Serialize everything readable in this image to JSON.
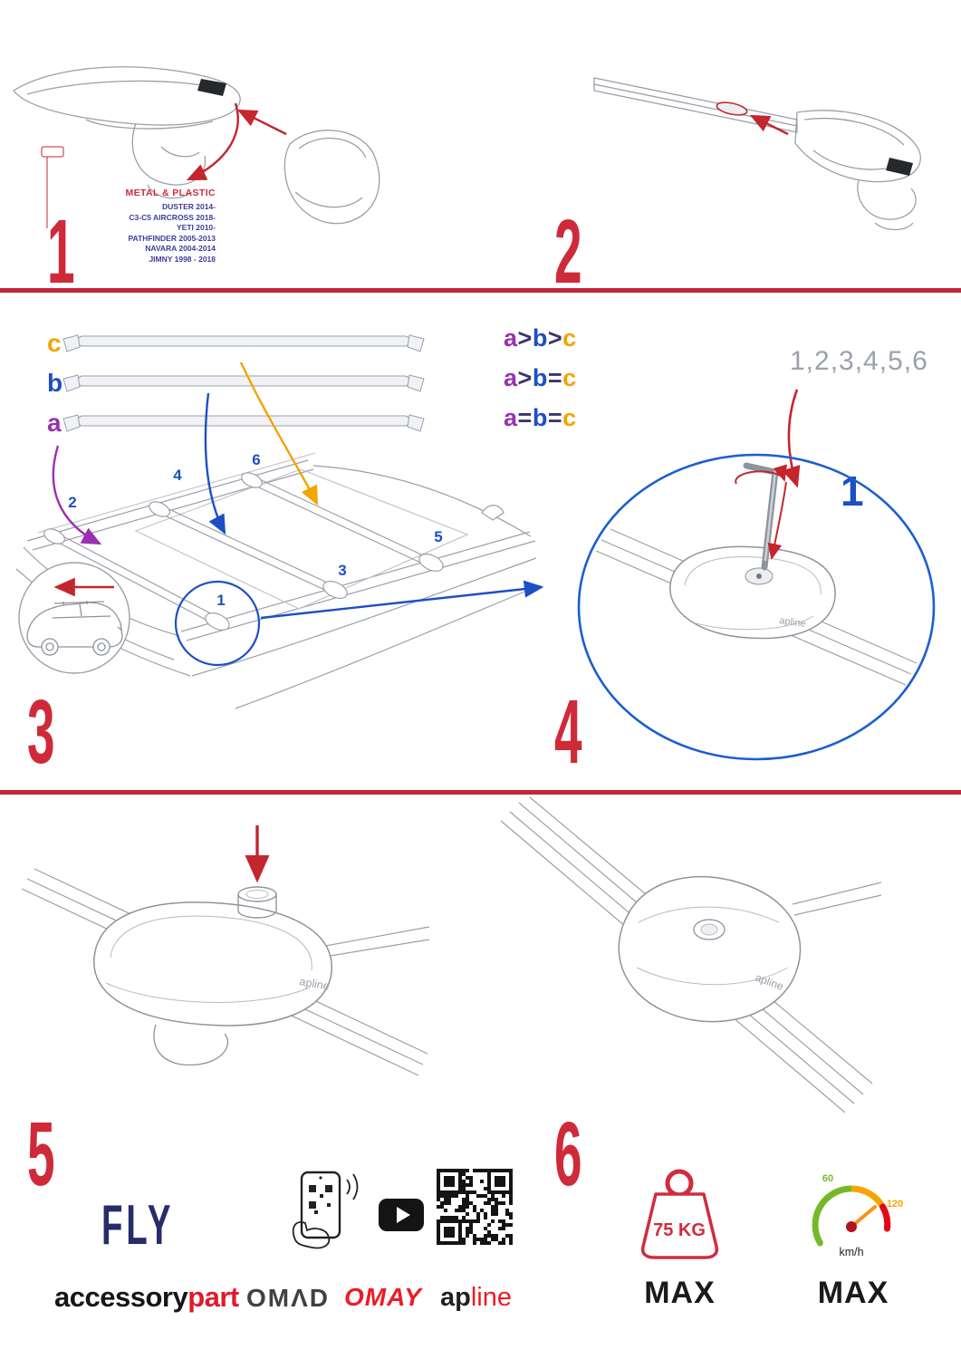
{
  "palette": {
    "red": "#cf2a3a",
    "divider_red": "#c32638",
    "blue": "#1d4fc4",
    "purple": "#9b30b0",
    "orange": "#f2a400",
    "navy": "#272d68",
    "line_gray": "#9aa0a8"
  },
  "common": {
    "brand": "apline"
  },
  "step1": {
    "number": "1",
    "material_label": "METAL & PLASTIC",
    "models": [
      "DUSTER 2014-",
      "C3-C5 AIRCROSS 2018-",
      "YETI 2010-",
      "PATHFINDER 2005-2013",
      "NAVARA 2004-2014",
      "JIMNY 1998 - 2018"
    ]
  },
  "step2": {
    "number": "2"
  },
  "step3": {
    "number": "3",
    "bars": [
      {
        "label": "c"
      },
      {
        "label": "b"
      },
      {
        "label": "a"
      }
    ],
    "comparisons": [
      {
        "l1": "a",
        "op1": ">",
        "l2": "b",
        "op2": ">",
        "l3": "c"
      },
      {
        "l1": "a",
        "op1": ">",
        "l2": "b",
        "op2": "=",
        "l3": "c"
      },
      {
        "l1": "a",
        "op1": "=",
        "l2": "b",
        "op2": "=",
        "l3": "c"
      }
    ],
    "positions": {
      "p1": "1",
      "p2": "2",
      "p3": "3",
      "p4": "4",
      "p5": "5",
      "p6": "6"
    }
  },
  "step4": {
    "number": "4",
    "sequence": "1,2,3,4,5,6",
    "callout": "1"
  },
  "step5": {
    "number": "5"
  },
  "step6": {
    "number": "6"
  },
  "footer": {
    "fly": "FLY",
    "accessory": "accessory",
    "part": "part",
    "omad": "OMΛD",
    "omay": "OMAY",
    "apline_black": "ap",
    "apline_red": "line",
    "weight_value": "75 KG",
    "weight_max": "MAX",
    "speed_low": "60",
    "speed_high": "120",
    "speed_unit": "km/h",
    "speed_max": "MAX"
  }
}
